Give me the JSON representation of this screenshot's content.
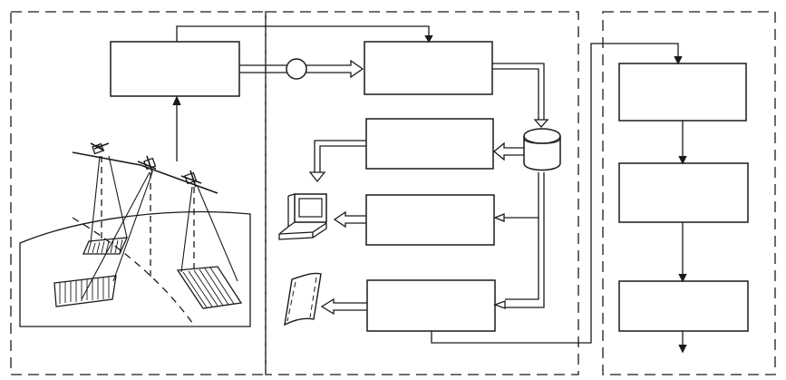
{
  "diagram": {
    "panels": [
      {
        "id": "left-panel",
        "content": "satellite-ground-segment"
      },
      {
        "id": "middle-panel",
        "content": "processing-center"
      },
      {
        "id": "right-panel",
        "content": "user-segment"
      }
    ],
    "blocks": [
      {
        "id": "receiving-block",
        "text": ""
      },
      {
        "id": "processing-block",
        "text": ""
      },
      {
        "id": "output-block-1",
        "text": ""
      },
      {
        "id": "output-block-2",
        "text": ""
      },
      {
        "id": "output-block-3",
        "text": ""
      },
      {
        "id": "user-block-1",
        "text": ""
      },
      {
        "id": "user-block-2",
        "text": ""
      },
      {
        "id": "user-block-3",
        "text": ""
      }
    ],
    "icons": [
      "satellite-icon",
      "database-icon",
      "computer-terminal-icon",
      "film-strip-icon",
      "junction-icon"
    ],
    "stroke_color": "#1a1a1a",
    "background_color": "#ffffff"
  }
}
